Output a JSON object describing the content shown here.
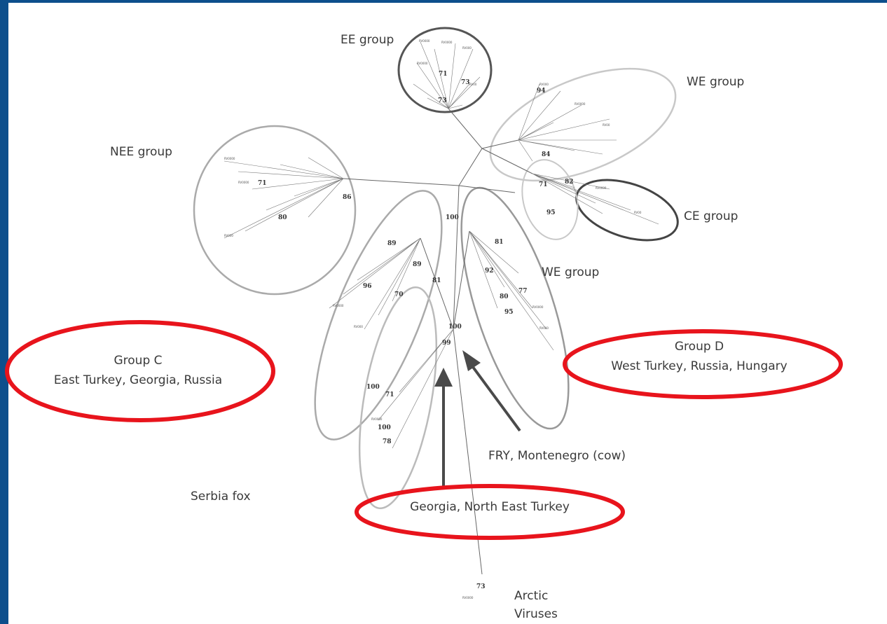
{
  "groups": {
    "ee": "EE group",
    "we_top": "WE group",
    "nee": "NEE group",
    "ce": "CE group",
    "we_mid": "WE group"
  },
  "highlights": {
    "group_c_title": "Group C",
    "group_c_sub": "East Turkey, Georgia, Russia",
    "group_d_title": "Group D",
    "group_d_sub": "West Turkey, Russia, Hungary",
    "georgia": "Georgia, North East Turkey"
  },
  "labels": {
    "fry": "FRY, Montenegro (cow)",
    "serbia": "Serbia fox",
    "arctic_1": "Arctic",
    "arctic_2": "Viruses"
  },
  "bootstrap": {
    "b71a": "71",
    "b73a": "73",
    "b73b": "73",
    "b94": "94",
    "b84": "84",
    "b82": "82",
    "b71b": "71",
    "b95a": "95",
    "b86": "86",
    "b80a": "80",
    "b71c": "71",
    "b100a": "100",
    "b89a": "89",
    "b89b": "89",
    "b96": "96",
    "b70": "70",
    "b81a": "81",
    "b81b": "81",
    "b92": "92",
    "b77": "77",
    "b80b": "80",
    "b95b": "95",
    "b100b": "100",
    "b99": "99",
    "b100c": "100",
    "b71d": "71",
    "b100d": "100",
    "b78": "78",
    "b73c": "73"
  },
  "colors": {
    "frame": "#0d4f8c",
    "highlight": "#e8141c",
    "arrow": "#4a4a4a",
    "branch": "#555555"
  }
}
